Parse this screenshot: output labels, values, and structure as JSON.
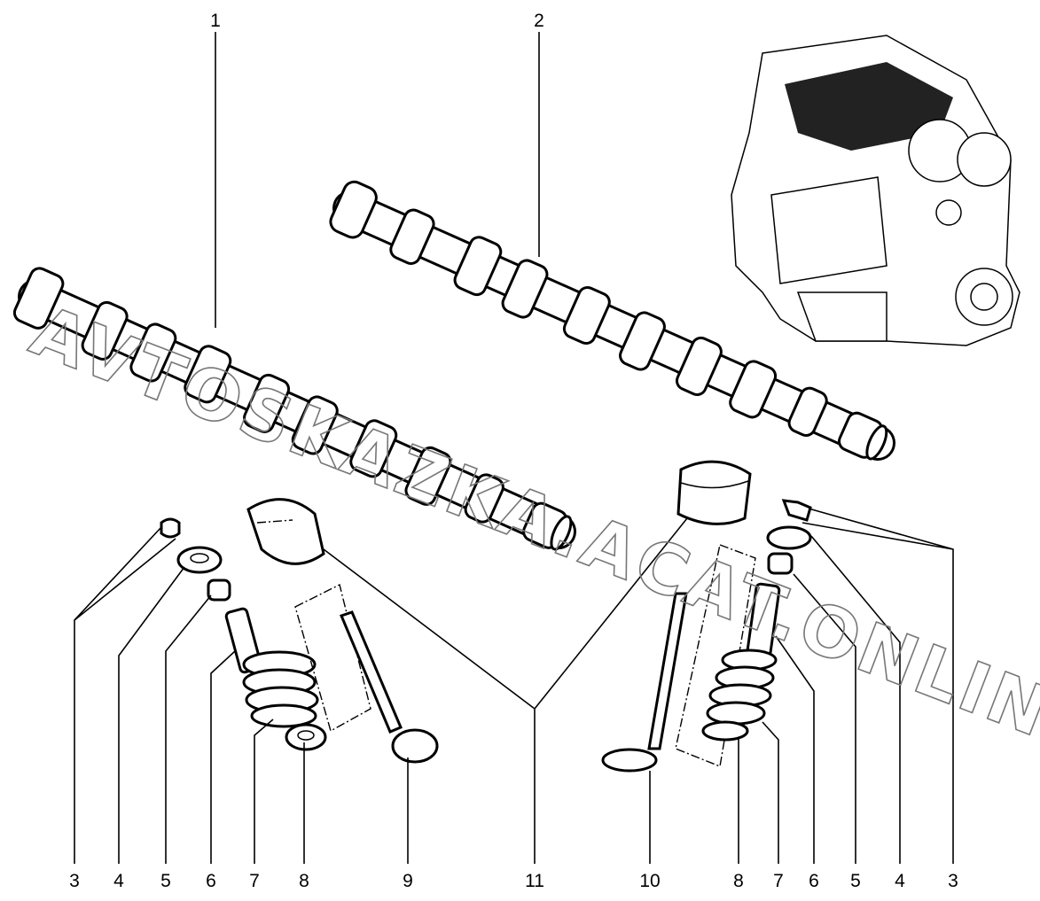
{
  "diagram": {
    "callouts_top": [
      "1",
      "2"
    ],
    "callouts_bottom": [
      "3",
      "4",
      "5",
      "6",
      "7",
      "8",
      "9",
      "11",
      "10",
      "8",
      "7",
      "6",
      "5",
      "4",
      "3"
    ],
    "watermark": "AVTOSKAZKA.ACAT.ONLINE"
  }
}
